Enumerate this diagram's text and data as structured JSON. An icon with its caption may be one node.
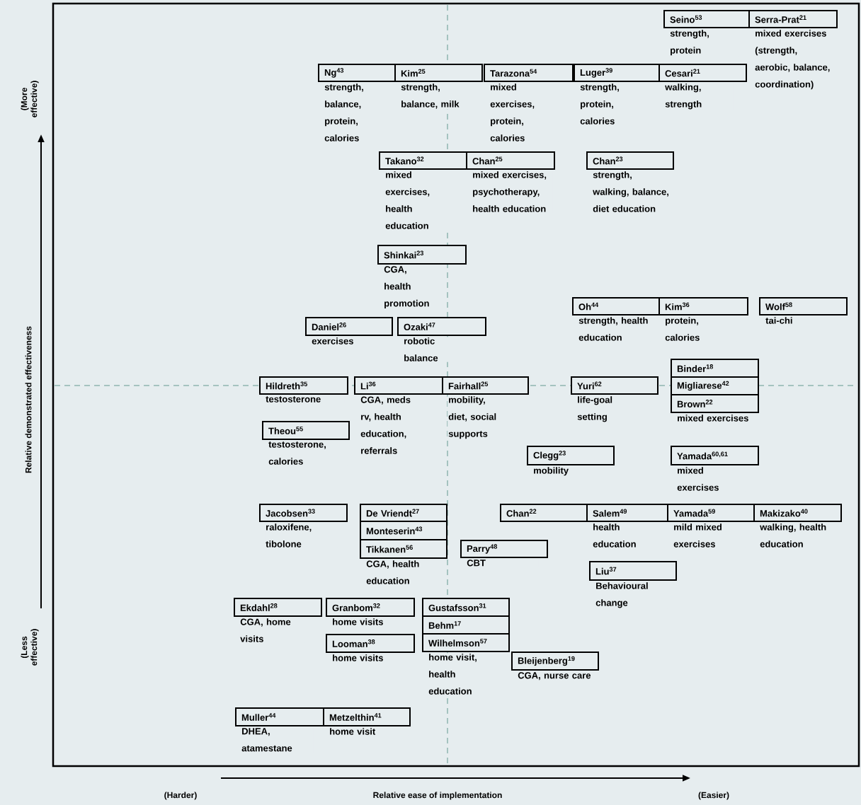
{
  "diagram": {
    "nodes": [
      {
        "text": [
          "Seino$^{53}$"
        ],
        "beside": [
          "strength, protein"
        ]
      },
      {
        "text": [
          "Serra-Prat$^{21}$"
        ],
        "beside": [
          "mixed exercises (strength, aerobic, balance, coordination)"
        ]
      },
      {
        "text": [
          "Ng$^{43}$"
        ],
        "beside": [
          "strength, balance, protein, calories"
        ]
      },
      {
        "text": [
          "Kim$^{25}$"
        ],
        "beside": [
          "strength, balance, milk"
        ]
      },
      {
        "text": [
          "Tarazona$^{54}$"
        ],
        "beside": [
          "mixed exercises, protein, calories"
        ]
      },
      {
        "text": [
          "Luger$^{39}$"
        ],
        "beside": [
          "strength, protein, calories"
        ]
      },
      {
        "text": [
          "Cesari$^{21}$"
        ],
        "beside": [
          "walking, strength"
        ]
      },
      {
        "text": [
          "Takano$^{32}$"
        ],
        "beside": [
          "mixed exercises, health education"
        ]
      },
      {
        "text": [
          "Chan$^{25}$"
        ],
        "beside": [
          "mixed exercises, psychotherapy, health education"
        ]
      },
      {
        "text": [
          "Chan$^{23}$"
        ],
        "beside": [
          "strength, walking, balance, diet education"
        ]
      },
      {
        "text": [
          "Shinkai$^{23}$"
        ],
        "beside": [
          "CGA, health promotion"
        ]
      },
      {
        "text": [
          "Oh$^{44}$"
        ],
        "beside": [
          "strength, health education"
        ]
      },
      {
        "text": [
          "Kim$^{36}$"
        ],
        "beside": [
          "protein, calories"
        ]
      },
      {
        "text": [
          "Wolf$^{58}$"
        ],
        "beside": [
          "tai-chi"
        ]
      },
      {
        "text": [
          "Daniel$^{26}$"
        ],
        "beside": [
          "exercises"
        ]
      },
      {
        "text": [
          "Ozaki$^{47}$"
        ],
        "beside": [
          "robotic balance"
        ]
      },
      {
        "text": [
          "Hildreth$^{35}$"
        ],
        "beside": [
          "testosterone"
        ]
      },
      {
        "text": [
          "Li$^{36}$"
        ],
        "beside": [
          "CGA, meds rv, health education, referrals"
        ]
      },
      {
        "text": [
          "Fairhall$^{25}$"
        ],
        "beside": [
          "mobility, diet, social supports"
        ]
      },
      {
        "text": [
          "Yuri$^{62}$"
        ],
        "beside": [
          "life-goal setting"
        ]
      },
      {
        "text": [
          "Binder$^{18}$"
        ]
      },
      {
        "text": [
          "Migliarese$^{42}$"
        ]
      },
      {
        "text": [
          "Brown$^{22}$"
        ],
        "beside": [
          "mixed exercises"
        ]
      },
      {
        "text": [
          "Theou$^{55}$"
        ],
        "beside": [
          "testosterone, calories"
        ]
      },
      {
        "text": [
          "Clegg$^{23}$"
        ],
        "beside": [
          "mobility"
        ]
      },
      {
        "text": [
          "Yamada$^{60,61}$"
        ],
        "beside": [
          "mixed exercises"
        ]
      },
      {
        "text": [
          "Jacobsen$^{33}$"
        ],
        "beside": [
          "raloxifene, tibolone"
        ]
      },
      {
        "text": [
          "De Vriendt$^{27}$"
        ]
      },
      {
        "text": [
          "Monteserin$^{43}$"
        ]
      },
      {
        "text": [
          "Tikkanen$^{56}$"
        ],
        "beside": [
          "CGA, health education"
        ]
      },
      {
        "text": [
          "Chan$^{22}$"
        ]
      },
      {
        "text": [
          "Salem$^{49}$"
        ],
        "beside": [
          "health education"
        ]
      },
      {
        "text": [
          "Yamada$^{59}$"
        ],
        "beside": [
          "mild mixed exercises"
        ]
      },
      {
        "text": [
          "Makizako$^{40}$"
        ],
        "beside": [
          "walking, health education"
        ]
      },
      {
        "text": [
          "Parry$^{48}$"
        ],
        "beside": [
          "CBT"
        ]
      },
      {
        "text": [
          "Liu$^{37}$"
        ],
        "beside": [
          "Behavioural change"
        ]
      },
      {
        "text": [
          "Ekdahl$^{28}$"
        ],
        "beside": [
          "CGA, home visits"
        ]
      },
      {
        "text": [
          "Granbom$^{32}$"
        ],
        "beside": [
          "home visits"
        ]
      },
      {
        "text": [
          "Gustafsson$^{31}$"
        ]
      },
      {
        "text": [
          "Behm$^{17}$"
        ]
      },
      {
        "text": [
          "Wilhelmson$^{57}$"
        ],
        "beside": [
          "home visit, health education"
        ]
      },
      {
        "text": [
          "Looman$^{38}$"
        ],
        "beside": [
          "home visits"
        ]
      },
      {
        "text": [
          "Bleijenberg$^{19}$"
        ],
        "beside": [
          "CGA, nurse care"
        ]
      },
      {
        "text": [
          "Muller$^{44}$"
        ],
        "beside": [
          "DHEA, atamestane"
        ]
      },
      {
        "text": [
          "Metzelthin$^{41}$"
        ],
        "beside": [
          "home visit"
        ]
      }
    ],
    "labels": [
      "(More effective)",
      "Relative demonstrated effectiveness",
      "(Less effective)",
      "(Harder)",
      "Relative ease of implementation",
      "(Easier)"
    ]
  }
}
